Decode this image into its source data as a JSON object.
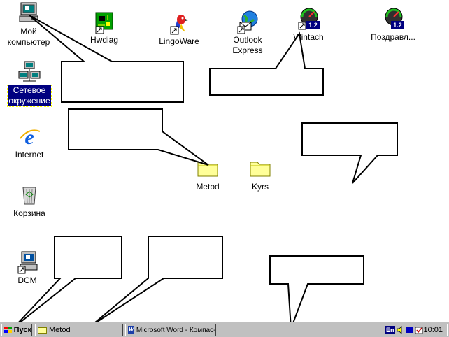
{
  "desktop": {
    "icons": {
      "my_computer": "Мой\nкомпьютер",
      "hwdiag": "Hwdiag",
      "lingoware": "LingoWare",
      "outlook_express": "Outlook\nExpress",
      "wintach": "Wintach",
      "pozdravl": "Поздравл...",
      "network": "Сетевое\nокружение",
      "internet": "Internet",
      "metod": "Metod",
      "kyrs": "Kyrs",
      "korzina": "Корзина",
      "dcm": "DCM"
    }
  },
  "taskbar": {
    "start_label": "Пуск",
    "tasks": {
      "metod": "Metod",
      "word": "Microsoft Word - Компас-..."
    },
    "tray": {
      "language": "En",
      "clock": "10:01"
    }
  },
  "colors": {
    "selection": "#000080",
    "taskbar": "#c0c0c0",
    "folder": "#ffff99"
  }
}
